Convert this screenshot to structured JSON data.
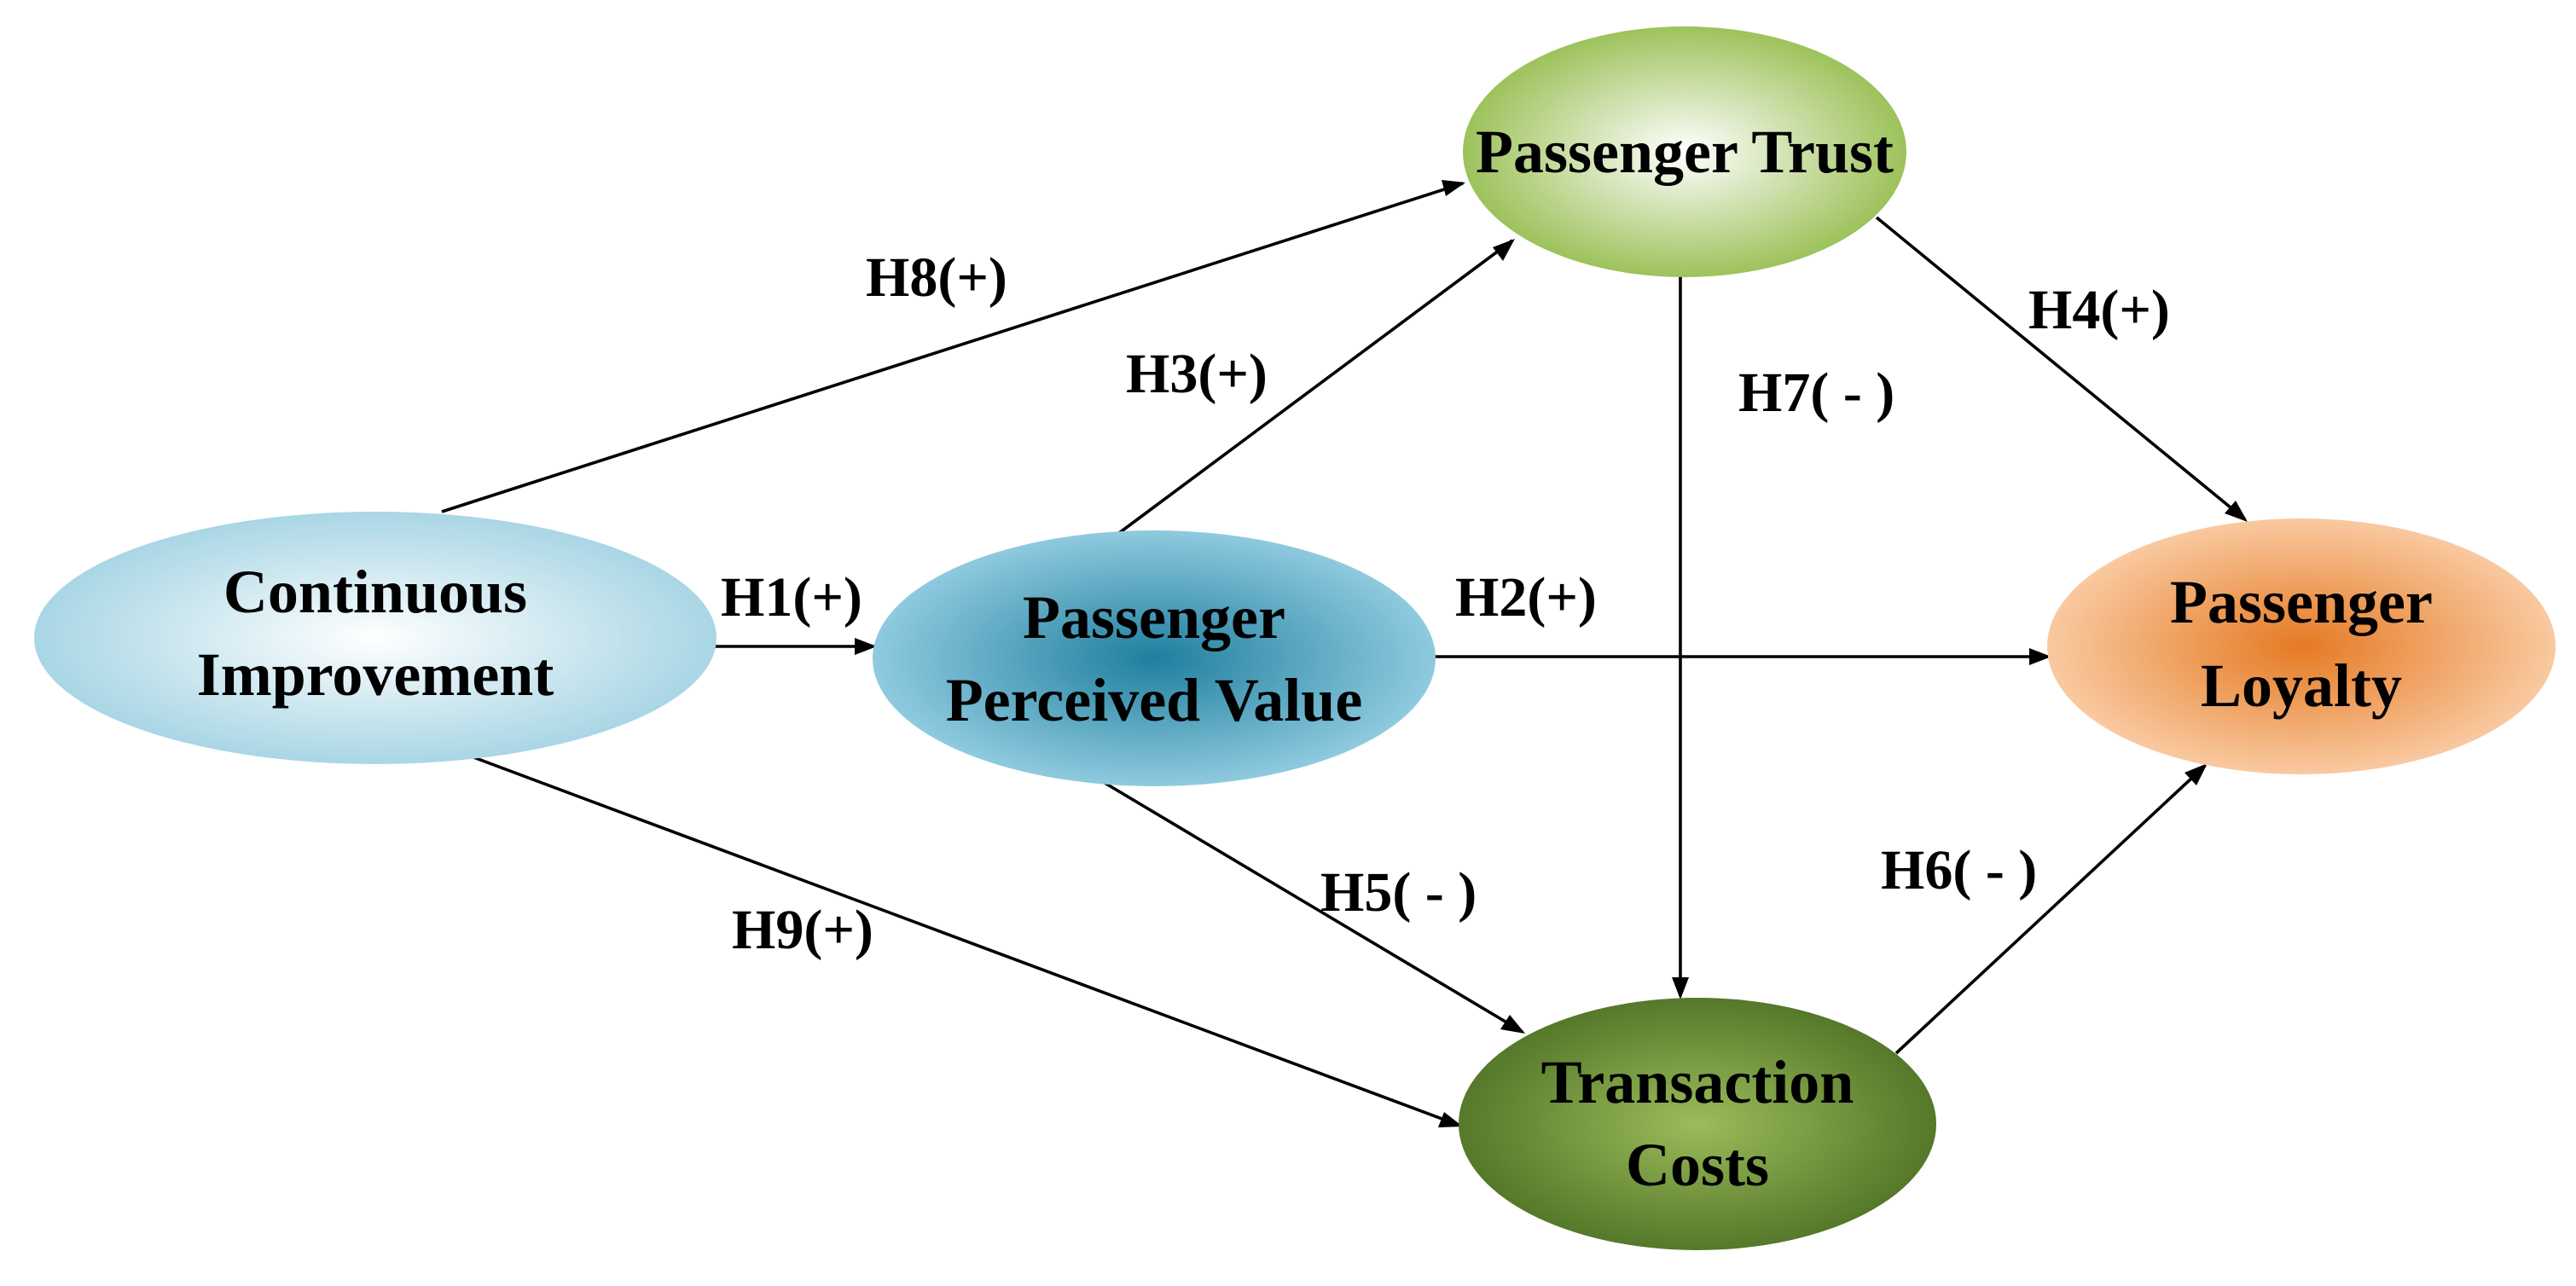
{
  "nodes": [
    {
      "id": "continuous-improvement",
      "lines": [
        "Continuous",
        "Improvement"
      ]
    },
    {
      "id": "passenger-perceived-value",
      "lines": [
        "Passenger",
        "Perceived Value"
      ]
    },
    {
      "id": "passenger-trust",
      "lines": [
        "Passenger Trust"
      ]
    },
    {
      "id": "passenger-loyalty",
      "lines": [
        "Passenger",
        "Loyalty"
      ]
    },
    {
      "id": "transaction-costs",
      "lines": [
        "Transaction",
        "Costs"
      ]
    }
  ],
  "edges": [
    {
      "id": "h1",
      "from": "continuous-improvement",
      "to": "passenger-perceived-value",
      "label": "H1(+)"
    },
    {
      "id": "h2",
      "from": "passenger-perceived-value",
      "to": "passenger-loyalty",
      "label": "H2(+)"
    },
    {
      "id": "h3",
      "from": "passenger-perceived-value",
      "to": "passenger-trust",
      "label": "H3(+)"
    },
    {
      "id": "h4",
      "from": "passenger-trust",
      "to": "passenger-loyalty",
      "label": "H4(+)"
    },
    {
      "id": "h5",
      "from": "passenger-perceived-value",
      "to": "transaction-costs",
      "label": "H5( - )"
    },
    {
      "id": "h6",
      "from": "transaction-costs",
      "to": "passenger-loyalty",
      "label": "H6( - )"
    },
    {
      "id": "h7",
      "from": "passenger-trust",
      "to": "transaction-costs",
      "label": "H7( - )"
    },
    {
      "id": "h8",
      "from": "continuous-improvement",
      "to": "passenger-trust",
      "label": "H8(+)"
    },
    {
      "id": "h9",
      "from": "continuous-improvement",
      "to": "transaction-costs",
      "label": "H9(+)"
    }
  ],
  "colors": {
    "continuous-improvement": {
      "center": "#ffffff",
      "edge": "#a9d6e5"
    },
    "passenger-perceived-value": {
      "center": "#1f7f9e",
      "edge": "#8fcadf"
    },
    "passenger-trust": {
      "center": "#ffffff",
      "edge": "#9dc25b"
    },
    "passenger-loyalty": {
      "center": "#e57a23",
      "edge": "#f9c9a0"
    },
    "transaction-costs": {
      "center": "#9bbc59",
      "edge": "#55782a"
    },
    "arrow": "#000000"
  }
}
